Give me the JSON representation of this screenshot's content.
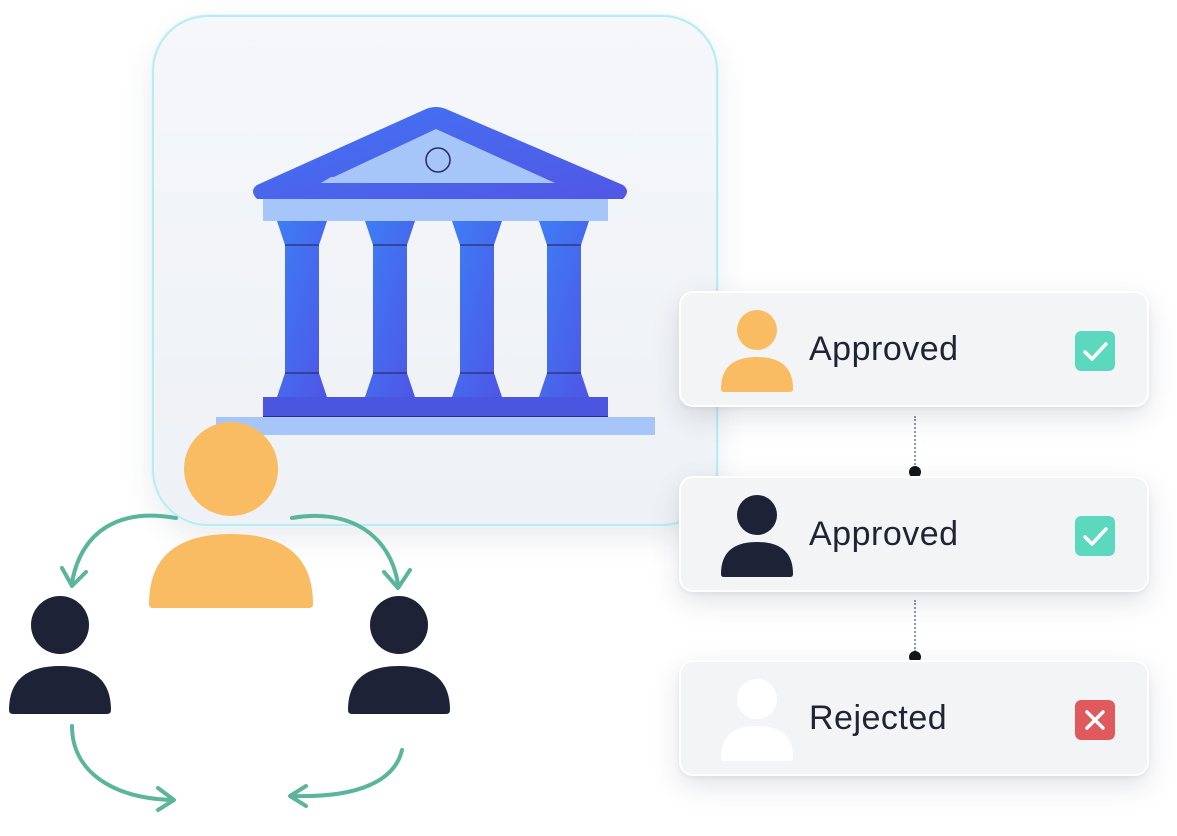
{
  "colors": {
    "bank_blue": "#4a63ea",
    "bank_light": "#a6c6fa",
    "orange_person": "#f9bc63",
    "dark_person": "#1d2237",
    "ghost_person": "#ffffff",
    "arrow_teal": "#5bb59b",
    "check_green": "#5cd8bf",
    "reject_red": "#e05a5d",
    "card_background": "#f3f4f6"
  },
  "icons": {
    "bank": "bank-building-icon",
    "person": "person-icon",
    "check": "checkmark-icon",
    "reject": "x-icon",
    "arrow": "curved-arrow-icon"
  },
  "approval_chain": [
    {
      "status": "Approved",
      "person_color": "orange",
      "result": "approved"
    },
    {
      "status": "Approved",
      "person_color": "dark",
      "result": "approved"
    },
    {
      "status": "Rejected",
      "person_color": "white",
      "result": "rejected"
    }
  ]
}
